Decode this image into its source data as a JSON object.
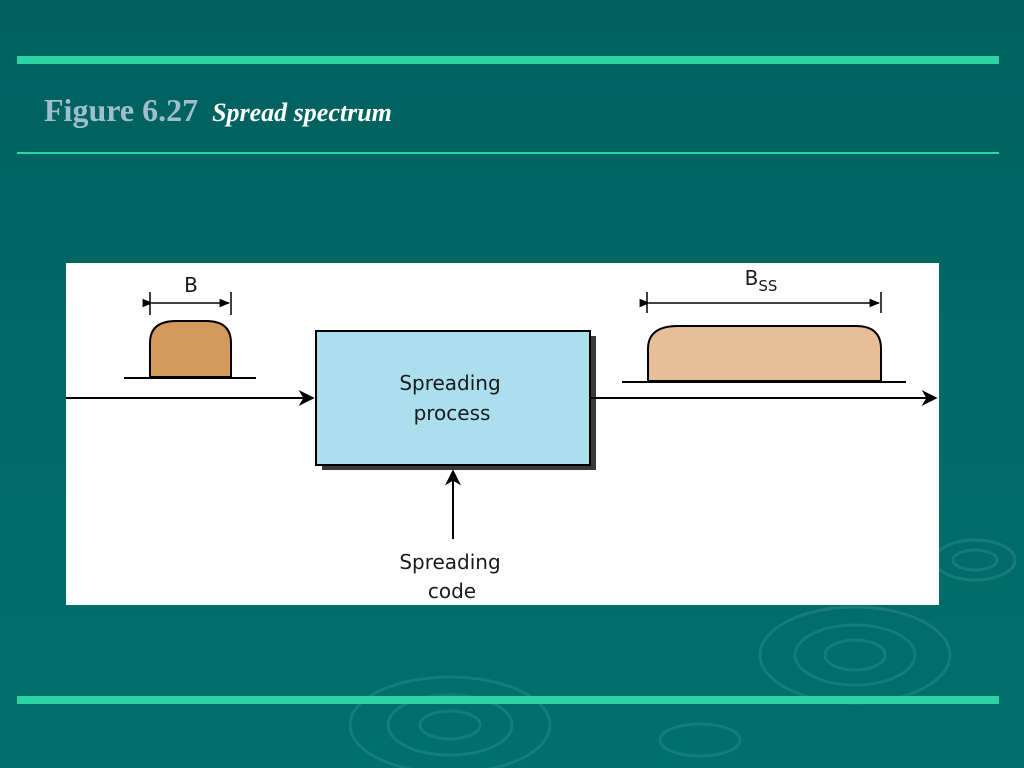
{
  "slide": {
    "figure_number": "Figure 6.27",
    "caption": "Spread spectrum"
  },
  "diagram": {
    "input_bandwidth_label": "B",
    "output_bandwidth_label": {
      "base": "B",
      "subscript": "SS"
    },
    "process_box": {
      "line1": "Spreading",
      "line2": "process"
    },
    "code_label": {
      "line1": "Spreading",
      "line2": "code"
    }
  },
  "colors": {
    "background": "#00655f",
    "accent_bar": "#2ed3a4",
    "figure_number": "#9fbfcf",
    "caption": "#ffffff",
    "process_box_fill": "#abdfed",
    "input_signal_fill": "#d39a5c",
    "output_signal_fill": "#e6bf98"
  },
  "icons": {
    "signal_arrows": "arrow-right-icon",
    "code_arrow": "arrow-up-icon"
  }
}
